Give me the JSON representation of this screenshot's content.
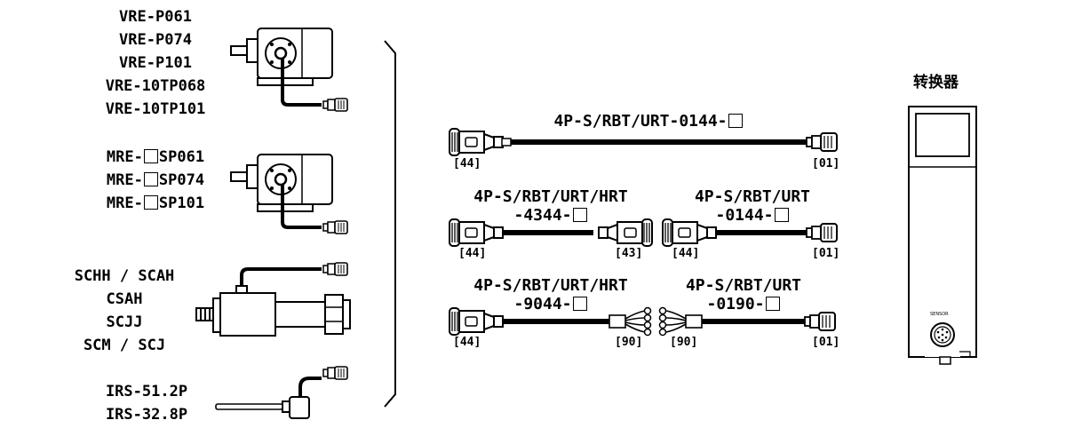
{
  "sensors": {
    "vre": [
      "VRE-P061",
      "VRE-P074",
      "VRE-P101",
      "VRE-10TP068",
      "VRE-10TP101"
    ],
    "mre": [
      {
        "prefix": "MRE-",
        "suffix": "SP061"
      },
      {
        "prefix": "MRE-",
        "suffix": "SP074"
      },
      {
        "prefix": "MRE-",
        "suffix": "SP101"
      }
    ],
    "cyl": [
      "SCHH / SCAH",
      "CSAH",
      "SCJJ",
      "SCM / SCJ"
    ],
    "irs": [
      "IRS-51.2P",
      "IRS-32.8P"
    ]
  },
  "cables": {
    "c1": {
      "line1": "4P-S/RBT/URT-0144-",
      "left_code": "[44]",
      "right_code": "[01]"
    },
    "c2": {
      "line1": "4P-S/RBT/URT/HRT",
      "line2": "-4344-",
      "left_code": "[44]",
      "right_code": "[43]"
    },
    "c3": {
      "line1": "4P-S/RBT/URT",
      "line2": "-0144-",
      "left_code": "[44]",
      "right_code": "[01]"
    },
    "c4": {
      "line1": "4P-S/RBT/URT/HRT",
      "line2": "-9044-",
      "left_code": "[44]",
      "right_code": "[90]"
    },
    "c5": {
      "line1": "4P-S/RBT/URT",
      "line2": "-0190-",
      "left_code": "[90]",
      "right_code": "[01]"
    }
  },
  "converter": {
    "title": "转换器",
    "port_label": "SENSOR"
  }
}
